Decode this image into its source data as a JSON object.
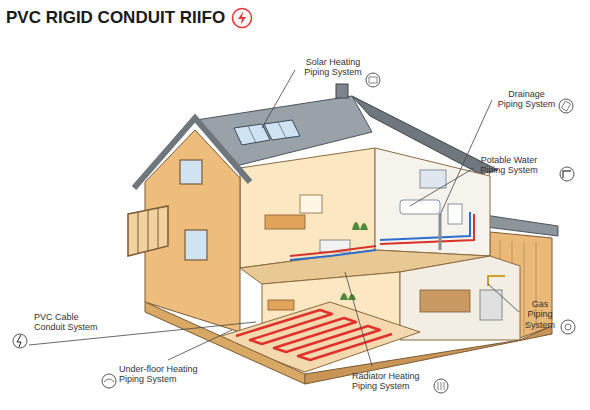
{
  "diagram": {
    "title": "PVC RIGID CONDUIT RIIFO",
    "labels": [
      "Solar Heating Piping System",
      "Drainage Piping System",
      "Potable Water Piping System",
      "Gas Piping System",
      "PVC Cable Conduit System",
      "Under-floor Heating Piping System",
      "Radiator Heating Piping System"
    ]
  }
}
